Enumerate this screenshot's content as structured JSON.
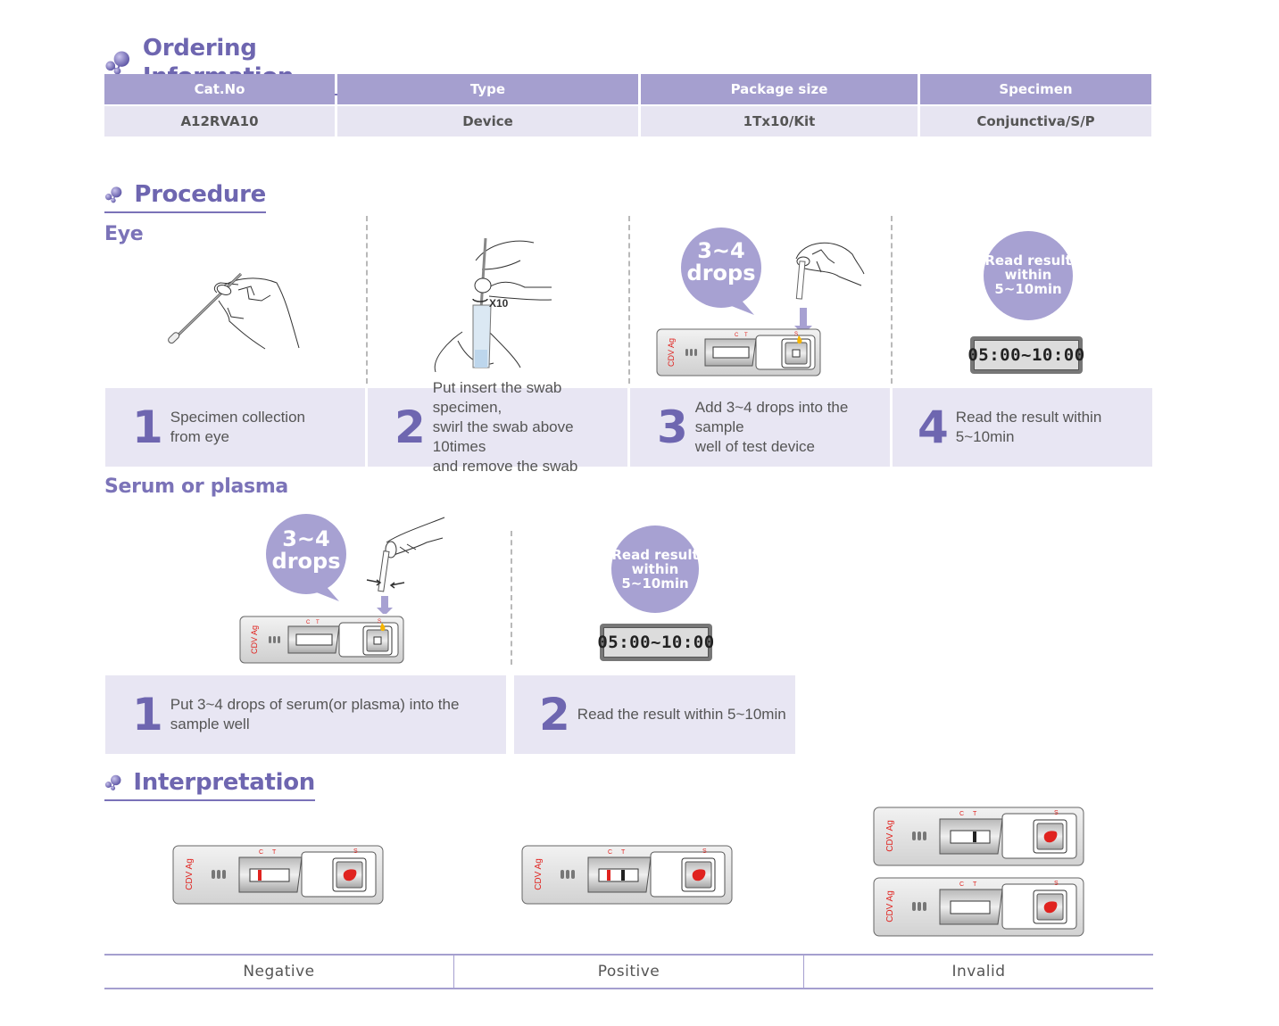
{
  "sections": {
    "ordering": {
      "title": "Ordering Information",
      "icon": "molecule-icon"
    },
    "procedure": {
      "title": "Procedure",
      "icon": "molecule-icon"
    },
    "interpretation": {
      "title": "Interpretation",
      "icon": "molecule-icon"
    }
  },
  "ordering_table": {
    "headers": [
      "Cat.No",
      "Type",
      "Package size",
      "Specimen"
    ],
    "rows": [
      [
        "A12RVA10",
        "Device",
        "1Tx10/Kit",
        "Conjunctiva/S/P"
      ]
    ]
  },
  "procedure": {
    "eye": {
      "label": "Eye",
      "illustrations": {
        "swab_counter": "X10",
        "drops_bubble": [
          "3~4",
          "drops"
        ],
        "read_bubble": [
          "Read result",
          "within",
          "5~10min"
        ],
        "timer": "05:00~10:00",
        "device_label": "CDV Ag",
        "device_marks": {
          "c": "C",
          "t": "T",
          "s": "S"
        }
      },
      "steps": [
        {
          "num": "1",
          "text": [
            "Specimen collection",
            "from eye"
          ]
        },
        {
          "num": "2",
          "text": [
            "Put insert the swab specimen,",
            "swirl the swab above 10times",
            "and remove the swab"
          ]
        },
        {
          "num": "3",
          "text": [
            "Add 3~4 drops into the sample",
            "well of test device"
          ]
        },
        {
          "num": "4",
          "text": [
            "Read the result within 5~10min"
          ]
        }
      ]
    },
    "serum": {
      "label": "Serum or plasma",
      "illustrations": {
        "drops_bubble": [
          "3~4",
          "drops"
        ],
        "read_bubble": [
          "Read result",
          "within",
          "5~10min"
        ],
        "timer": "05:00~10:00",
        "device_label": "CDV Ag"
      },
      "steps": [
        {
          "num": "1",
          "text": [
            "Put 3~4 drops of serum(or plasma) into the",
            "sample well"
          ]
        },
        {
          "num": "2",
          "text": [
            "Read the result within 5~10min"
          ]
        }
      ]
    }
  },
  "interpretation": {
    "device_label": "CDV Ag",
    "results": [
      {
        "label": "Negative",
        "devices": [
          {
            "c_line": "red",
            "t_line": "none"
          }
        ]
      },
      {
        "label": "Positive",
        "devices": [
          {
            "c_line": "red",
            "t_line": "dark"
          }
        ]
      },
      {
        "label": "Invalid",
        "devices": [
          {
            "c_line": "none",
            "t_line": "dark"
          },
          {
            "c_line": "none",
            "t_line": "none"
          }
        ]
      }
    ]
  },
  "colors": {
    "accent": "#6e66b0",
    "header_fill": "#a59fcf",
    "row_fill": "#e7e5f2",
    "step_fill": "#e8e6f3",
    "bubble_fill": "#a7a1d2",
    "control_line": "#e0231f",
    "test_line": "#222222"
  }
}
